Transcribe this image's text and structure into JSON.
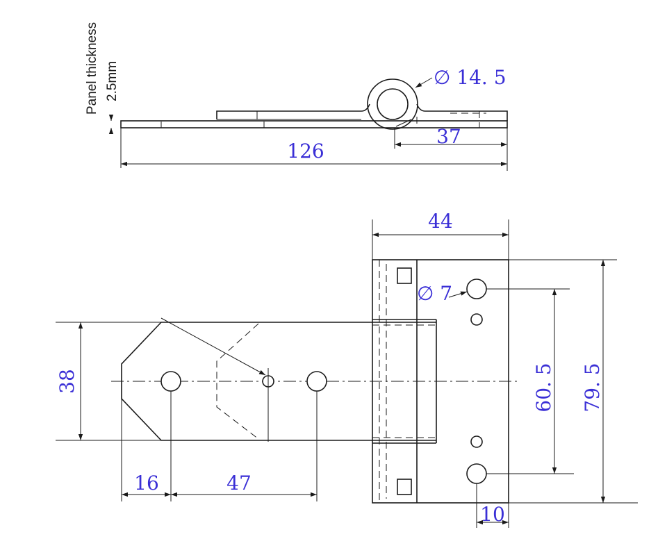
{
  "colors": {
    "dimension_text": "#3a2fd6",
    "line": "#1a1a1a"
  },
  "side_view": {
    "panel_note_line1": "Panel thickness",
    "panel_note_line2": "2.5mm",
    "pin_diameter": "∅ 14. 5",
    "offset_37": "37",
    "length_126": "126"
  },
  "plan_view": {
    "width_44": "44",
    "hole_diameter": "∅ 7",
    "height_38": "38",
    "span_60_5": "60. 5",
    "height_79_5": "79. 5",
    "edge_16": "16",
    "pitch_47": "47",
    "edge_10": "10"
  }
}
